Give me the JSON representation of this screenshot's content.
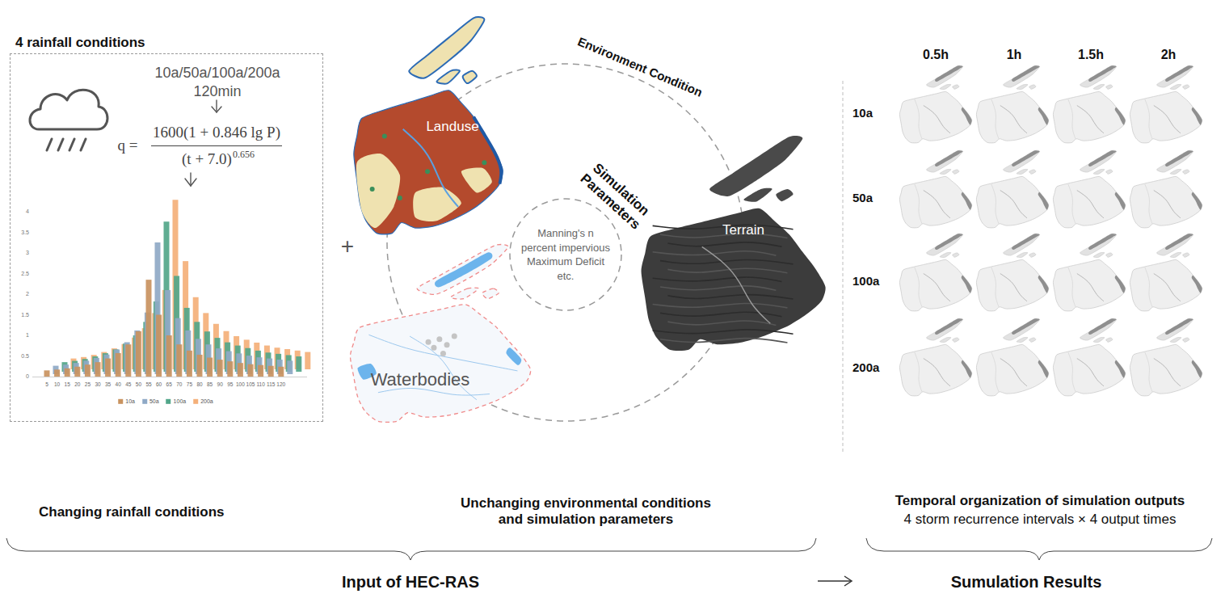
{
  "diagram": {
    "nodes": [
      {
        "text": [
          "4 rainfall conditions",
          "10a/50a/100a/200a",
          "120min"
        ]
      },
      {
        "text": [
          "Environment Condition"
        ]
      },
      {
        "text": [
          "Simulation Parameters",
          "Manning's n percent impervious Maximum Deficit etc."
        ],
        "in": 1
      },
      {
        "text": [
          "Landuse"
        ]
      },
      {
        "text": [
          "Terrain"
        ]
      },
      {
        "text": [
          "Waterbodies"
        ]
      }
    ],
    "labels": [
      "q =",
      "1600(1 + 0.846 lg P)",
      "(t + 7.0)",
      "0.656",
      "0",
      "0.5",
      "1",
      "1.5",
      "2",
      "2.5",
      "3",
      "3.5",
      "4",
      "5",
      "10",
      "15",
      "20",
      "25",
      "30",
      "35",
      "40",
      "45",
      "50",
      "55",
      "60",
      "65",
      "70",
      "75",
      "80",
      "85",
      "90",
      "95",
      "100",
      "105",
      "110",
      "115",
      "120",
      "+",
      "0.5h",
      "1h",
      "1.5h",
      "2h",
      "10a",
      "50a",
      "100a",
      "200a",
      "Changing rainfall conditions",
      "Unchanging environmental conditions and simulation parameters",
      "Temporal organization of simulation outputs",
      "4 storm recurrence intervals × 4 output times",
      "Input of HEC-RAS",
      "Sumulation Results"
    ],
    "legend": [
      {
        "text": "10a",
        "color": "#c9935f"
      },
      {
        "text": "50a",
        "color": "#8fa9c6"
      },
      {
        "text": "100a",
        "color": "#52a689"
      },
      {
        "text": "200a",
        "color": "#f4b07a"
      }
    ]
  }
}
